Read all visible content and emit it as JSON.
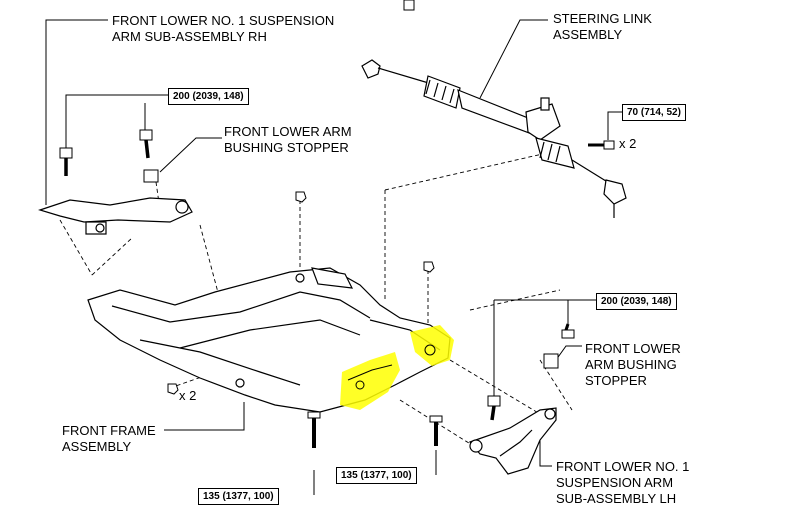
{
  "labels": {
    "front_lower_arm_rh": [
      "FRONT LOWER NO. 1 SUSPENSION",
      "ARM SUB-ASSEMBLY RH"
    ],
    "steering_link": [
      "STEERING LINK",
      "ASSEMBLY"
    ],
    "bushing_stopper_left": [
      "FRONT LOWER ARM",
      "BUSHING STOPPER"
    ],
    "bushing_stopper_right": [
      "FRONT LOWER",
      "ARM BUSHING",
      "STOPPER"
    ],
    "front_frame": [
      "FRONT FRAME",
      "ASSEMBLY"
    ],
    "front_lower_arm_lh": [
      "FRONT LOWER NO. 1",
      "SUSPENSION ARM",
      "SUB-ASSEMBLY LH"
    ]
  },
  "torque": {
    "top_left": "200 (2039, 148)",
    "top_right": "70 (714, 52)",
    "mid_right": "200 (2039, 148)",
    "bottom_center": "135 (1377, 100)",
    "bottom_left": "135 (1377, 100)"
  },
  "multipliers": {
    "steering_bolts": "x 2",
    "frame_nuts": "x 2"
  },
  "highlight_color": "#ffff00"
}
